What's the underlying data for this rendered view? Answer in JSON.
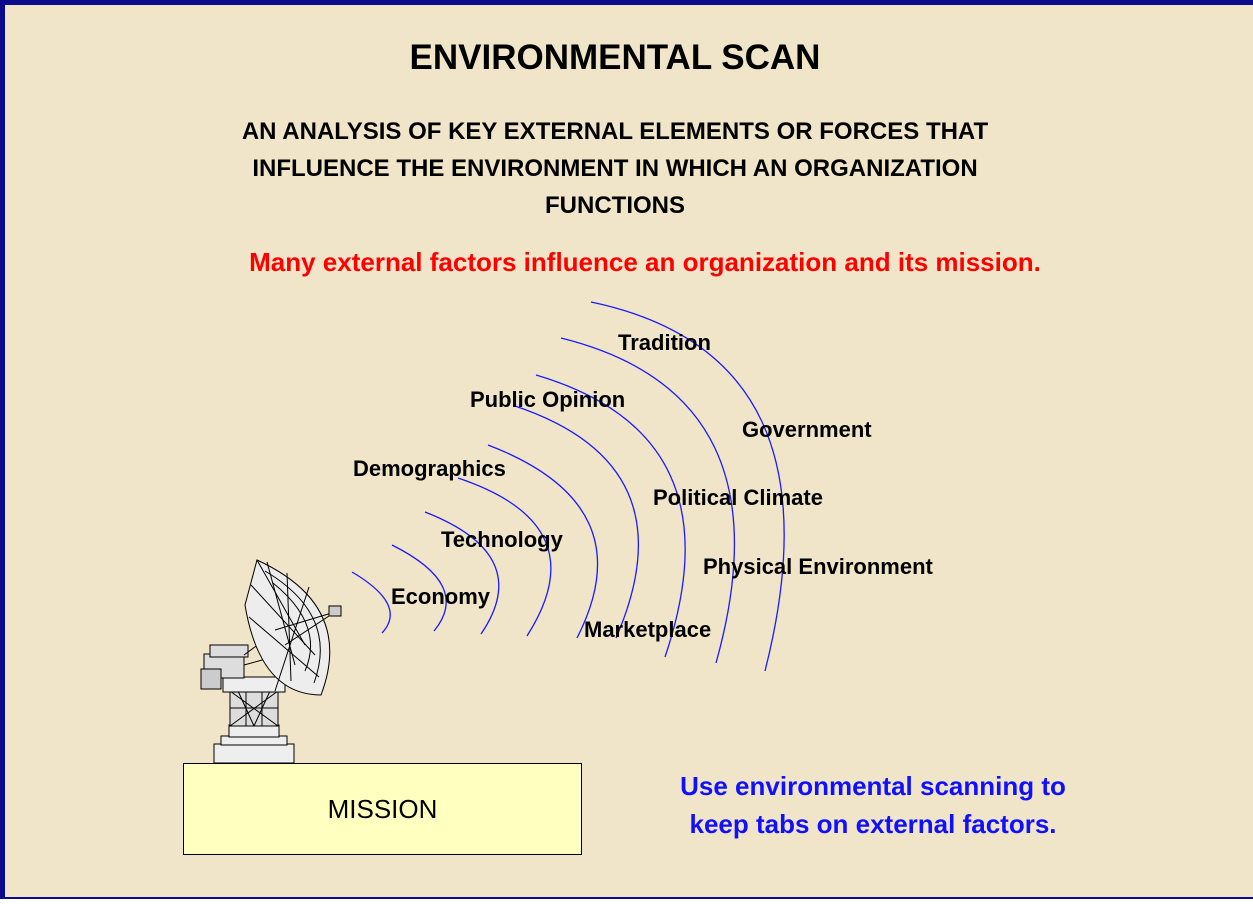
{
  "slide": {
    "title": "ENVIRONMENTAL SCAN",
    "subtitle_lines": [
      "AN ANALYSIS OF KEY EXTERNAL ELEMENTS OR FORCES THAT",
      "INFLUENCE THE ENVIRONMENT IN WHICH AN ORGANIZATION",
      "FUNCTIONS"
    ],
    "red_statement": "Many external factors influence an organization and its mission.",
    "factors": {
      "tradition": "Tradition",
      "public_opinion": "Public Opinion",
      "government": "Government",
      "demographics": "Demographics",
      "political_climate": "Political Climate",
      "technology": "Technology",
      "physical_environment": "Physical Environment",
      "economy": "Economy",
      "marketplace": "Marketplace"
    },
    "mission_label": "MISSION",
    "blue_note_lines": [
      "Use environmental scanning to",
      "keep tabs on external factors."
    ],
    "colors": {
      "background": "#f0e5c8",
      "border": "#0a0a8a",
      "red_text": "#ff0000",
      "blue_text": "#1010ff",
      "wave_lines": "#1a1aff",
      "mission_box": "#ffffc0"
    },
    "icons": [
      "satellite-dish-icon"
    ]
  }
}
